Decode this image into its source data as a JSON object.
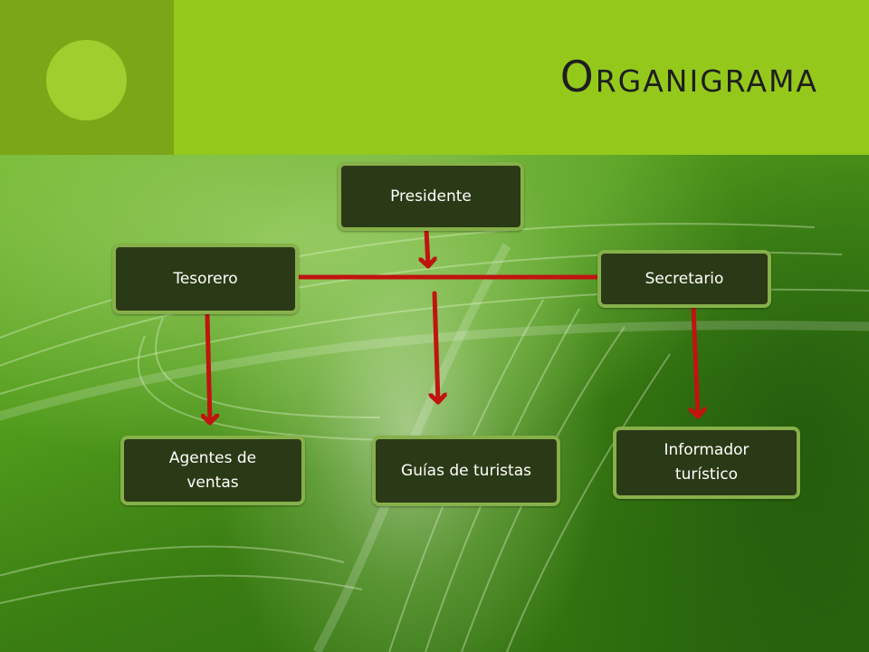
{
  "slide": {
    "title": "Organigrama"
  },
  "colors": {
    "header_left": "#7ba617",
    "header_right": "#94c91c",
    "box_fill": "#2b3a16",
    "box_border": "#86b04a",
    "connector": "#c0140f"
  },
  "org": {
    "president": "Presidente",
    "treasurer": "Tesorero",
    "secretary": "Secretario",
    "sales_agents": "Agentes de ventas",
    "tour_guides": "Guías de turistas",
    "tourist_informer": "Informador turístico"
  }
}
